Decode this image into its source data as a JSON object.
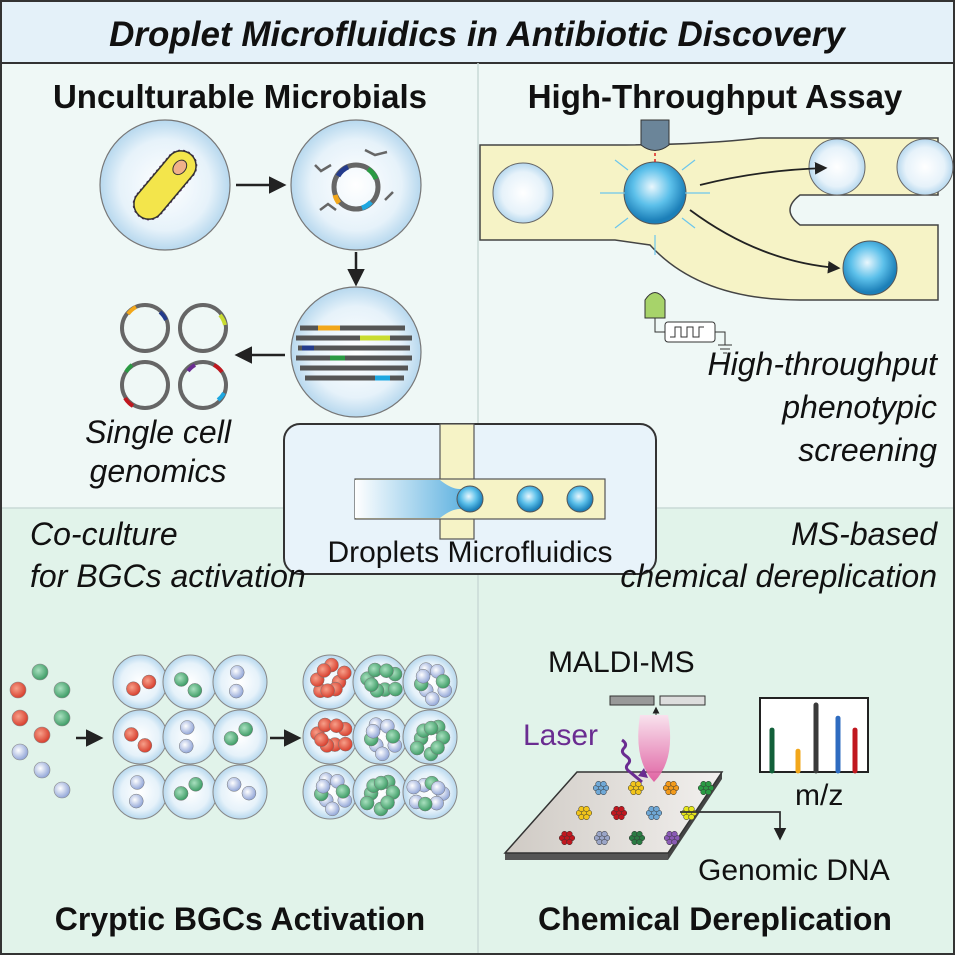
{
  "title": "Droplet Microfluidics in Antibiotic Discovery",
  "quadrants": {
    "top_left": {
      "heading": "Unculturable Microbials",
      "caption_line1": "Single cell",
      "caption_line2": "genomics"
    },
    "top_right": {
      "heading": "High-Throughput Assay",
      "caption_line1": "High-throughput",
      "caption_line2": "phenotypic",
      "caption_line3": "screening"
    },
    "bottom_left": {
      "heading": "Cryptic BGCs Activation",
      "caption_line1": "Co-culture",
      "caption_line2": "for BGCs activation"
    },
    "bottom_right": {
      "heading": "Chemical Dereplication",
      "caption_line1": "MS-based",
      "caption_line2": "chemical dereplication",
      "instrument": "MALDI-MS",
      "laser": "Laser",
      "axis": "m/z",
      "output": "Genomic DNA"
    }
  },
  "center": {
    "label": "Droplets Microfluidics"
  },
  "colors": {
    "title_bg": "#e4f1f9",
    "top_bg": "#eff8f6",
    "bottom_bg": "#e1f3ea",
    "channel": "#f6f3c6",
    "laser": "#6a2c91",
    "droplet_blue": "#3aa7dc"
  },
  "spectrum": {
    "peaks": [
      {
        "color": "#12603a",
        "height": 0.62
      },
      {
        "color": "#f2a71b",
        "height": 0.3
      },
      {
        "color": "#3a3a3a",
        "height": 1.0
      },
      {
        "color": "#2f6cc0",
        "height": 0.8
      },
      {
        "color": "#c0171f",
        "height": 0.62
      }
    ]
  }
}
